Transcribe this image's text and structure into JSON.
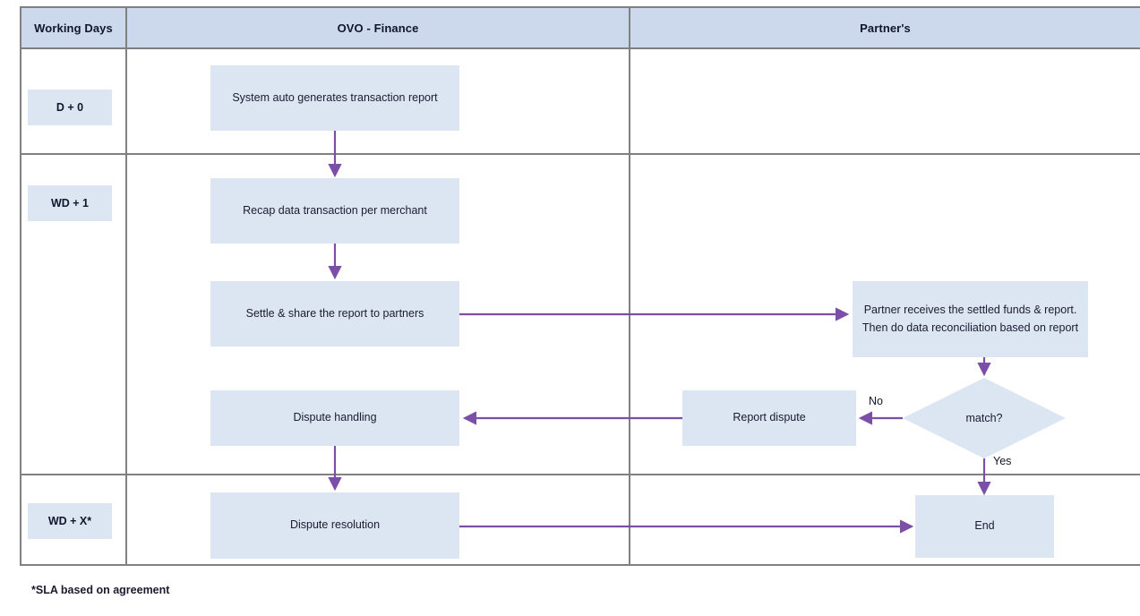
{
  "diagram": {
    "title_footnote": "*SLA based on agreement",
    "colors": {
      "lane_header_fill": "#ccd9ec",
      "node_fill": "#dce6f2",
      "grid_line": "#808080",
      "connector": "#7b4ea8",
      "text": "#1b1b2f"
    },
    "lanes": [
      {
        "id": "working-days",
        "label": "Working Days"
      },
      {
        "id": "ovo-finance",
        "label": "OVO - Finance"
      },
      {
        "id": "partners",
        "label": "Partner's"
      }
    ],
    "rows": [
      {
        "id": "d0",
        "label": "D + 0"
      },
      {
        "id": "wd1",
        "label": "WD + 1"
      },
      {
        "id": "wdx",
        "label": "WD + X*"
      }
    ],
    "nodes": [
      {
        "id": "system-auto-generates",
        "lane": "ovo-finance",
        "row": "d0",
        "shape": "process",
        "label": "System auto generates transaction report"
      },
      {
        "id": "recap-data-transaction",
        "lane": "ovo-finance",
        "row": "wd1",
        "shape": "process",
        "label": "Recap data transaction per merchant"
      },
      {
        "id": "settle-share-report",
        "lane": "ovo-finance",
        "row": "wd1",
        "shape": "process",
        "label": "Settle & share the report to partners"
      },
      {
        "id": "partner-receives-funds",
        "lane": "partners",
        "row": "wd1",
        "shape": "process",
        "label": "Partner receives the settled funds & report. Then do data reconciliation based on report"
      },
      {
        "id": "match-decision",
        "lane": "partners",
        "row": "wd1",
        "shape": "decision",
        "label": "match?"
      },
      {
        "id": "report-dispute",
        "lane": "partners",
        "row": "wd1",
        "shape": "process",
        "label": "Report dispute"
      },
      {
        "id": "dispute-handling",
        "lane": "ovo-finance",
        "row": "wd1",
        "shape": "process",
        "label": "Dispute handling"
      },
      {
        "id": "dispute-resolution",
        "lane": "ovo-finance",
        "row": "wdx",
        "shape": "process",
        "label": "Dispute resolution"
      },
      {
        "id": "end",
        "lane": "partners",
        "row": "wdx",
        "shape": "process",
        "label": "End"
      }
    ],
    "edges": [
      {
        "id": "e1",
        "from": "system-auto-generates",
        "to": "recap-data-transaction",
        "label": ""
      },
      {
        "id": "e2",
        "from": "recap-data-transaction",
        "to": "settle-share-report",
        "label": ""
      },
      {
        "id": "e3",
        "from": "settle-share-report",
        "to": "partner-receives-funds",
        "label": ""
      },
      {
        "id": "e4",
        "from": "partner-receives-funds",
        "to": "match-decision",
        "label": ""
      },
      {
        "id": "e5",
        "from": "match-decision",
        "to": "report-dispute",
        "label": "No"
      },
      {
        "id": "e6",
        "from": "match-decision",
        "to": "end",
        "label": "Yes"
      },
      {
        "id": "e7",
        "from": "report-dispute",
        "to": "dispute-handling",
        "label": ""
      },
      {
        "id": "e8",
        "from": "dispute-handling",
        "to": "dispute-resolution",
        "label": ""
      },
      {
        "id": "e9",
        "from": "dispute-resolution",
        "to": "end",
        "label": ""
      }
    ],
    "edge_labels": {
      "no": "No",
      "yes": "Yes"
    }
  }
}
